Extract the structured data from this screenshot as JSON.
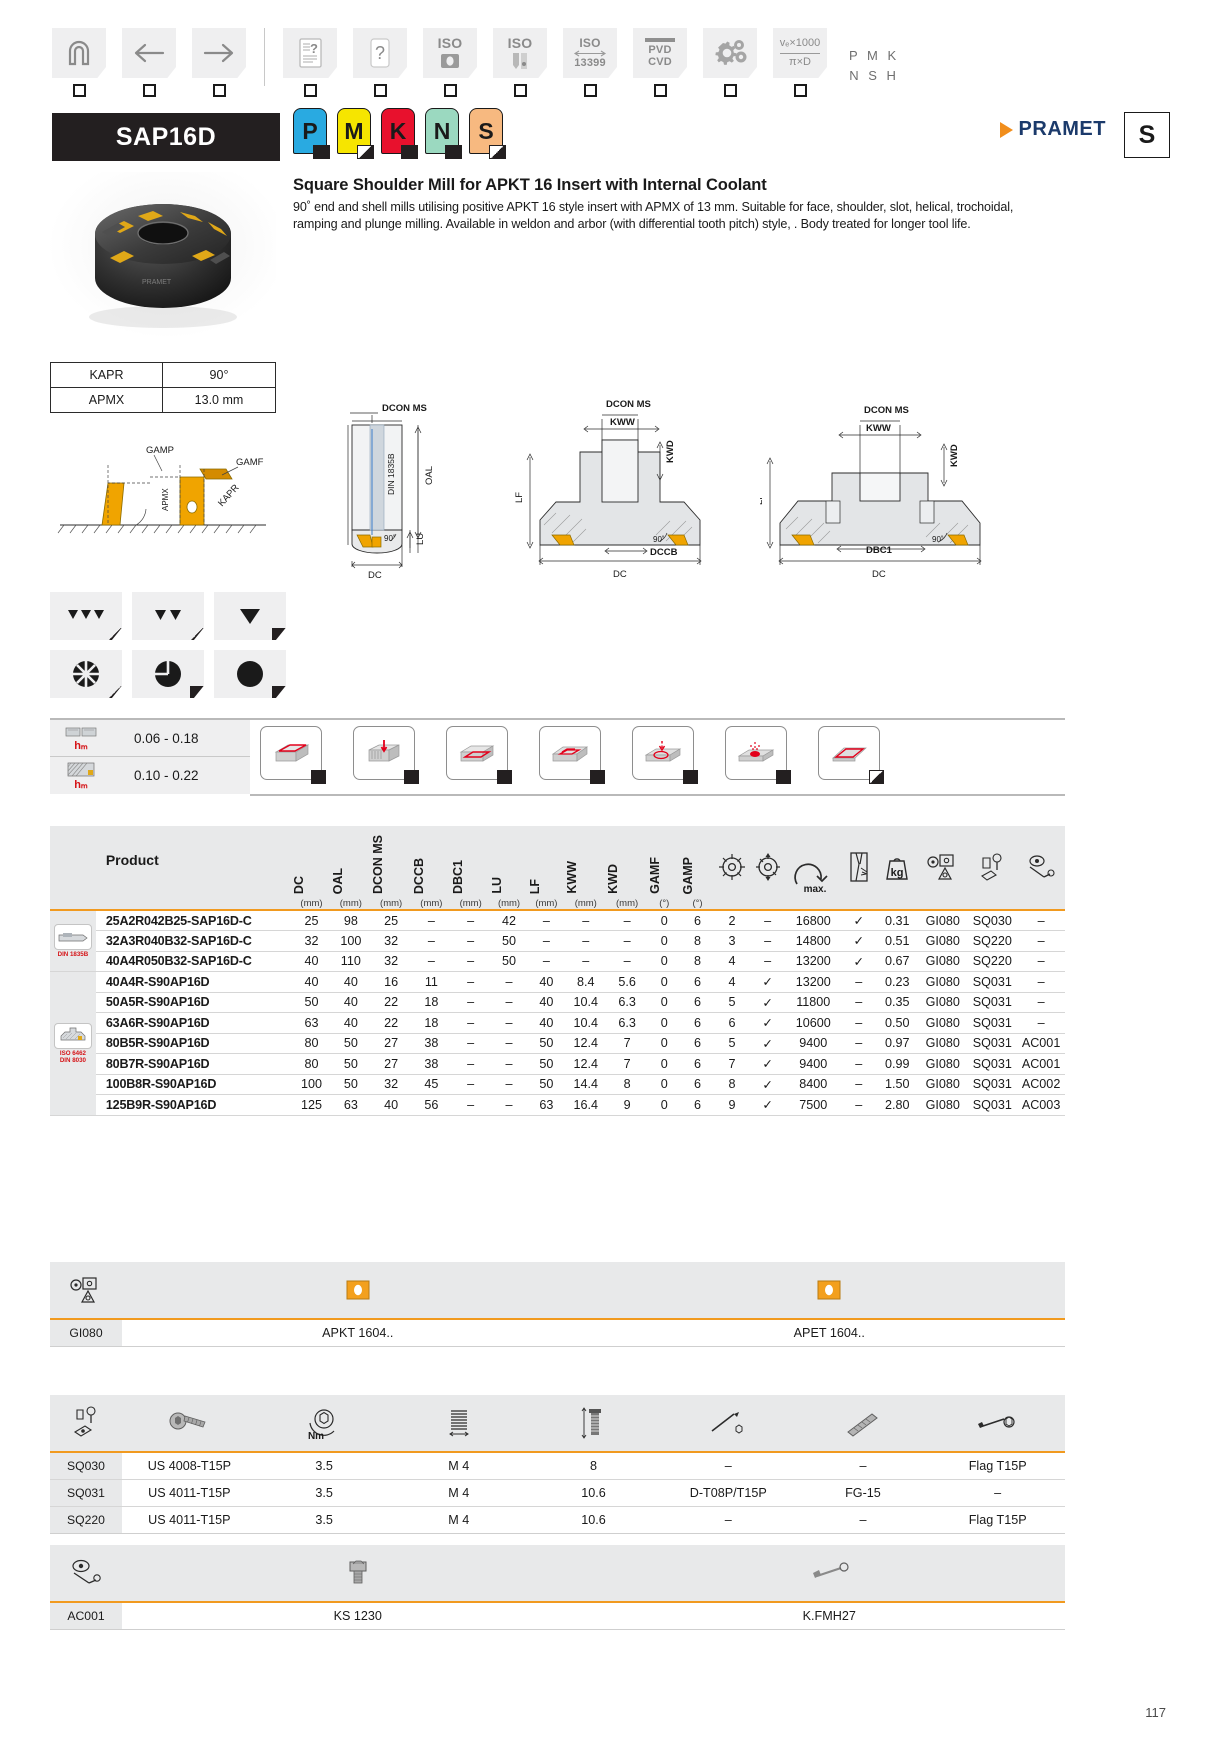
{
  "toolbar": {
    "items": [
      {
        "name": "home-icon",
        "label": "",
        "type": "home"
      },
      {
        "name": "back-arrow-icon",
        "label": "",
        "type": "back"
      },
      {
        "name": "forward-arrow-icon",
        "label": "",
        "type": "forward"
      },
      {
        "name": "document-help-icon",
        "label": "",
        "type": "doc-question"
      },
      {
        "name": "question-mark-icon",
        "label": "?",
        "type": "question"
      },
      {
        "name": "iso-insert-icon",
        "label": "ISO",
        "type": "iso-insert"
      },
      {
        "name": "iso-tool-icon",
        "label": "ISO",
        "type": "iso-tool"
      },
      {
        "name": "iso-13399-icon",
        "label": "ISO",
        "sub": "13399",
        "type": "iso-13399"
      },
      {
        "name": "pvd-cvd-icon",
        "label": "PVD",
        "sub": "CVD",
        "type": "pvd-cvd"
      },
      {
        "name": "gears-icon",
        "label": "",
        "type": "gears"
      },
      {
        "name": "cutting-speed-formula-icon",
        "num": "vₑ×1000",
        "den": "π×D",
        "type": "formula"
      }
    ],
    "material_groups_right": [
      "P M K",
      "N S H"
    ]
  },
  "header": {
    "product_code": "SAP16D",
    "material_chips": [
      {
        "letter": "P",
        "color": "#29aae1",
        "corner": "full"
      },
      {
        "letter": "M",
        "color": "#f6e500",
        "corner": "half"
      },
      {
        "letter": "K",
        "color": "#e8112d",
        "corner": "full"
      },
      {
        "letter": "N",
        "color": "#9bd9c0",
        "corner": "full"
      },
      {
        "letter": "S",
        "color": "#f7b980",
        "corner": "half"
      }
    ],
    "brand": "PRAMET",
    "side_badge": "S"
  },
  "description": {
    "title": "Square Shoulder Mill for APKT 16 Insert with Internal Coolant",
    "body": "90˚ end and shell mills utilising positive APKT 16 style insert with APMX of 13 mm. Suitable for face, shoulder, slot, helical, trochoidal, ramping and plunge milling. Available in weldon and arbor (with differential tooth pitch) style, . Body treated for longer tool life."
  },
  "kapr_table": {
    "rows": [
      {
        "label": "KAPR",
        "value": "90°"
      },
      {
        "label": "APMX",
        "value": "13.0 mm"
      }
    ]
  },
  "angle_diagram": {
    "labels": [
      "GAMP",
      "GAMF",
      "KAPR",
      "APMX"
    ]
  },
  "diagrams": [
    {
      "name": "end-mill-weldon-diagram",
      "labels": [
        "DCON MS",
        "DIN 1835B",
        "OAL",
        "LU",
        "DC",
        "90˚"
      ]
    },
    {
      "name": "shell-mill-diagram",
      "labels": [
        "DCON MS",
        "KWW",
        "KWD",
        "LF",
        "DC",
        "DCCB",
        "90˚"
      ]
    },
    {
      "name": "arbor-mill-diagram",
      "labels": [
        "DCON MS",
        "KWW",
        "KWD",
        "LF",
        "DC",
        "DBC1",
        "90˚"
      ]
    }
  ],
  "icon_grid": [
    {
      "name": "roughing-fine-icon",
      "mark": "half"
    },
    {
      "name": "roughing-medium-icon",
      "mark": "half"
    },
    {
      "name": "finishing-icon",
      "mark": "full"
    },
    {
      "name": "interrupted-cut-icon",
      "mark": "half"
    },
    {
      "name": "semi-interrupted-cut-icon",
      "mark": "full"
    },
    {
      "name": "continuous-cut-icon",
      "mark": "full"
    }
  ],
  "hm_strip": {
    "rows": [
      {
        "icon": "insert-thickness-icon",
        "sub": "hₘ",
        "value": "0.06 - 0.18"
      },
      {
        "icon": "cutter-body-icon",
        "sub": "hₘ",
        "value": "0.10 - 0.22"
      }
    ],
    "applications": [
      {
        "name": "face-milling-icon",
        "mark": "full"
      },
      {
        "name": "plunge-milling-icon",
        "mark": "full"
      },
      {
        "name": "slot-milling-icon",
        "mark": "full"
      },
      {
        "name": "pocket-milling-icon",
        "mark": "full"
      },
      {
        "name": "ramping-icon",
        "mark": "full"
      },
      {
        "name": "helical-interpolation-icon",
        "mark": "full"
      },
      {
        "name": "shoulder-milling-icon",
        "mark": "half"
      }
    ]
  },
  "main_table": {
    "columns": [
      {
        "key": "product",
        "label": "Product",
        "unit": "",
        "type": "text"
      },
      {
        "key": "dc",
        "label": "DC",
        "unit": "(mm)",
        "type": "v"
      },
      {
        "key": "oal",
        "label": "OAL",
        "unit": "(mm)",
        "type": "v"
      },
      {
        "key": "dcon_ms",
        "label": "DCON MS",
        "unit": "(mm)",
        "type": "v"
      },
      {
        "key": "dccb",
        "label": "DCCB",
        "unit": "(mm)",
        "type": "v"
      },
      {
        "key": "dbc1",
        "label": "DBC1",
        "unit": "(mm)",
        "type": "v"
      },
      {
        "key": "lu",
        "label": "LU",
        "unit": "(mm)",
        "type": "v"
      },
      {
        "key": "lf",
        "label": "LF",
        "unit": "(mm)",
        "type": "v"
      },
      {
        "key": "kww",
        "label": "KWW",
        "unit": "(mm)",
        "type": "v"
      },
      {
        "key": "kwd",
        "label": "KWD",
        "unit": "(mm)",
        "type": "v"
      },
      {
        "key": "gamf",
        "label": "GAMF",
        "unit": "(°)",
        "type": "v"
      },
      {
        "key": "gamp",
        "label": "GAMP",
        "unit": "(°)",
        "type": "v"
      },
      {
        "key": "teeth",
        "label": "",
        "unit": "",
        "type": "icon",
        "icon": "teeth-count-icon"
      },
      {
        "key": "diffpitch",
        "label": "",
        "unit": "",
        "type": "icon",
        "icon": "differential-pitch-icon"
      },
      {
        "key": "rpm",
        "label": "",
        "unit": "",
        "type": "icon",
        "icon": "max-rpm-icon"
      },
      {
        "key": "coolant",
        "label": "",
        "unit": "",
        "type": "icon",
        "icon": "internal-coolant-icon"
      },
      {
        "key": "weight",
        "label": "",
        "unit": "",
        "type": "icon",
        "icon": "weight-kg-icon"
      },
      {
        "key": "insert",
        "label": "",
        "unit": "",
        "type": "icon",
        "icon": "insert-seat-icon"
      },
      {
        "key": "screw",
        "label": "",
        "unit": "",
        "type": "icon",
        "icon": "screw-key-icon"
      },
      {
        "key": "accessory",
        "label": "",
        "unit": "",
        "type": "icon",
        "icon": "accessory-icon"
      }
    ],
    "group_badges": [
      {
        "rows": [
          0,
          1,
          2
        ],
        "name": "din-1835b-badge",
        "text": "DIN 1835B",
        "icon": "weldon-shank-icon"
      },
      {
        "rows": [
          3,
          4,
          5,
          6,
          7,
          8,
          9
        ],
        "name": "iso-6462-badge",
        "text": "ISO 6462\nDIN 8030",
        "icon": "arbor-mount-icon"
      }
    ],
    "rows": [
      {
        "product": "25A2R042B25-SAP16D-C",
        "dc": "25",
        "oal": "98",
        "dcon_ms": "25",
        "dccb": "–",
        "dbc1": "–",
        "lu": "42",
        "lf": "–",
        "kww": "–",
        "kwd": "–",
        "gamf": "0",
        "gamp": "6",
        "teeth": "2",
        "diffpitch": "–",
        "rpm": "16800",
        "coolant": "✓",
        "weight": "0.31",
        "insert": "GI080",
        "screw": "SQ030",
        "accessory": "–"
      },
      {
        "product": "32A3R040B32-SAP16D-C",
        "dc": "32",
        "oal": "100",
        "dcon_ms": "32",
        "dccb": "–",
        "dbc1": "–",
        "lu": "50",
        "lf": "–",
        "kww": "–",
        "kwd": "–",
        "gamf": "0",
        "gamp": "8",
        "teeth": "3",
        "diffpitch": "–",
        "rpm": "14800",
        "coolant": "✓",
        "weight": "0.51",
        "insert": "GI080",
        "screw": "SQ220",
        "accessory": "–"
      },
      {
        "product": "40A4R050B32-SAP16D-C",
        "dc": "40",
        "oal": "110",
        "dcon_ms": "32",
        "dccb": "–",
        "dbc1": "–",
        "lu": "50",
        "lf": "–",
        "kww": "–",
        "kwd": "–",
        "gamf": "0",
        "gamp": "8",
        "teeth": "4",
        "diffpitch": "–",
        "rpm": "13200",
        "coolant": "✓",
        "weight": "0.67",
        "insert": "GI080",
        "screw": "SQ220",
        "accessory": "–"
      },
      {
        "product": "40A4R-S90AP16D",
        "dc": "40",
        "oal": "40",
        "dcon_ms": "16",
        "dccb": "11",
        "dbc1": "–",
        "lu": "–",
        "lf": "40",
        "kww": "8.4",
        "kwd": "5.6",
        "gamf": "0",
        "gamp": "6",
        "teeth": "4",
        "diffpitch": "✓",
        "rpm": "13200",
        "coolant": "–",
        "weight": "0.23",
        "insert": "GI080",
        "screw": "SQ031",
        "accessory": "–"
      },
      {
        "product": "50A5R-S90AP16D",
        "dc": "50",
        "oal": "40",
        "dcon_ms": "22",
        "dccb": "18",
        "dbc1": "–",
        "lu": "–",
        "lf": "40",
        "kww": "10.4",
        "kwd": "6.3",
        "gamf": "0",
        "gamp": "6",
        "teeth": "5",
        "diffpitch": "✓",
        "rpm": "11800",
        "coolant": "–",
        "weight": "0.35",
        "insert": "GI080",
        "screw": "SQ031",
        "accessory": "–"
      },
      {
        "product": "63A6R-S90AP16D",
        "dc": "63",
        "oal": "40",
        "dcon_ms": "22",
        "dccb": "18",
        "dbc1": "–",
        "lu": "–",
        "lf": "40",
        "kww": "10.4",
        "kwd": "6.3",
        "gamf": "0",
        "gamp": "6",
        "teeth": "6",
        "diffpitch": "✓",
        "rpm": "10600",
        "coolant": "–",
        "weight": "0.50",
        "insert": "GI080",
        "screw": "SQ031",
        "accessory": "–"
      },
      {
        "product": "80B5R-S90AP16D",
        "dc": "80",
        "oal": "50",
        "dcon_ms": "27",
        "dccb": "38",
        "dbc1": "–",
        "lu": "–",
        "lf": "50",
        "kww": "12.4",
        "kwd": "7",
        "gamf": "0",
        "gamp": "6",
        "teeth": "5",
        "diffpitch": "✓",
        "rpm": "9400",
        "coolant": "–",
        "weight": "0.97",
        "insert": "GI080",
        "screw": "SQ031",
        "accessory": "AC001"
      },
      {
        "product": "80B7R-S90AP16D",
        "dc": "80",
        "oal": "50",
        "dcon_ms": "27",
        "dccb": "38",
        "dbc1": "–",
        "lu": "–",
        "lf": "50",
        "kww": "12.4",
        "kwd": "7",
        "gamf": "0",
        "gamp": "6",
        "teeth": "7",
        "diffpitch": "✓",
        "rpm": "9400",
        "coolant": "–",
        "weight": "0.99",
        "insert": "GI080",
        "screw": "SQ031",
        "accessory": "AC001"
      },
      {
        "product": "100B8R-S90AP16D",
        "dc": "100",
        "oal": "50",
        "dcon_ms": "32",
        "dccb": "45",
        "dbc1": "–",
        "lu": "–",
        "lf": "50",
        "kww": "14.4",
        "kwd": "8",
        "gamf": "0",
        "gamp": "6",
        "teeth": "8",
        "diffpitch": "✓",
        "rpm": "8400",
        "coolant": "–",
        "weight": "1.50",
        "insert": "GI080",
        "screw": "SQ031",
        "accessory": "AC002"
      },
      {
        "product": "125B9R-S90AP16D",
        "dc": "125",
        "oal": "63",
        "dcon_ms": "40",
        "dccb": "56",
        "dbc1": "–",
        "lu": "–",
        "lf": "63",
        "kww": "16.4",
        "kwd": "9",
        "gamf": "0",
        "gamp": "6",
        "teeth": "9",
        "diffpitch": "✓",
        "rpm": "7500",
        "coolant": "–",
        "weight": "2.80",
        "insert": "GI080",
        "screw": "SQ031",
        "accessory": "AC003"
      }
    ]
  },
  "insert_table": {
    "header_icon": "insert-seat-icon",
    "insert_icons": [
      "insert-apkt-icon",
      "insert-apet-icon"
    ],
    "rows": [
      {
        "key": "GI080",
        "values": [
          "APKT 1604..",
          "APET 1604.."
        ]
      }
    ]
  },
  "screw_table": {
    "header_icons": [
      "screw-key-icon",
      "screw-icon",
      "torque-nm-icon",
      "thread-size-icon",
      "screw-length-icon",
      "wrench-thin-icon",
      "driver-bit-icon",
      "torque-key-icon"
    ],
    "rows": [
      {
        "key": "SQ030",
        "values": [
          "US 4008-T15P",
          "3.5",
          "M 4",
          "8",
          "–",
          "–",
          "Flag T15P"
        ]
      },
      {
        "key": "SQ031",
        "values": [
          "US 4011-T15P",
          "3.5",
          "M 4",
          "10.6",
          "D-T08P/T15P",
          "FG-15",
          "–"
        ]
      },
      {
        "key": "SQ220",
        "values": [
          "US 4011-T15P",
          "3.5",
          "M 4",
          "10.6",
          "–",
          "–",
          "Flag T15P"
        ]
      }
    ]
  },
  "accessory_table": {
    "header_icons": [
      "accessory-icon",
      "arbor-screw-icon",
      "arbor-key-icon"
    ],
    "rows": [
      {
        "key": "AC001",
        "values": [
          "KS 1230",
          "K.FMH27"
        ]
      }
    ]
  },
  "page_number": "117",
  "colors": {
    "accent_orange": "#f19a1f",
    "header_gray": "#e8e9ea",
    "badge_black": "#231f20",
    "red": "#d51317"
  }
}
